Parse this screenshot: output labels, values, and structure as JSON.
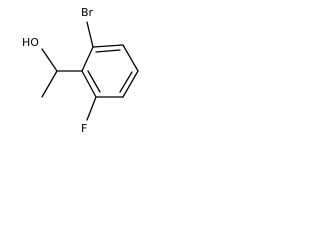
{
  "molecule": {
    "labels": {
      "br": "Br",
      "oh": "HO",
      "f": "F"
    }
  }
}
